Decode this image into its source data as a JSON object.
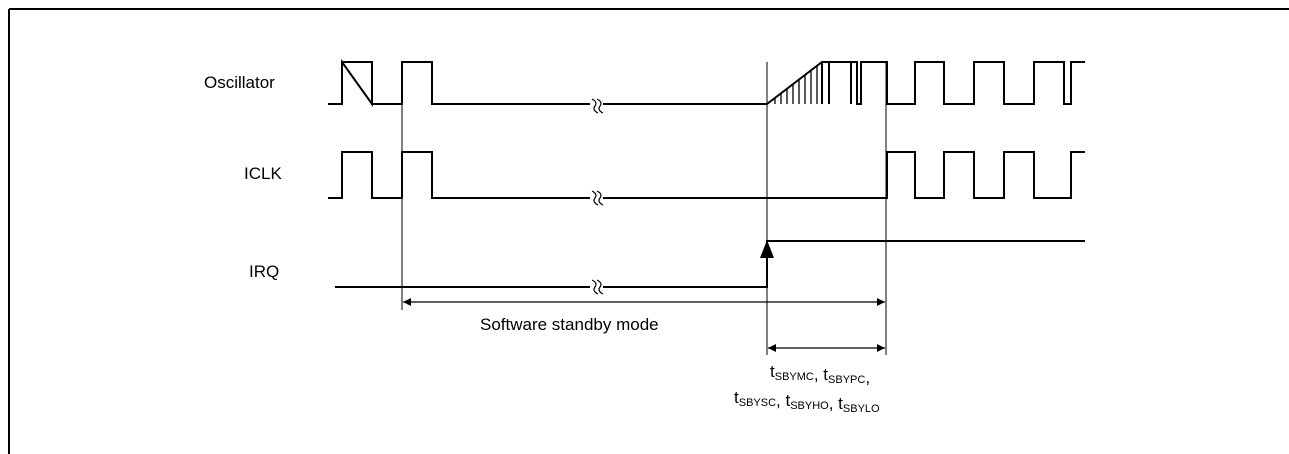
{
  "signals": {
    "oscillator": "Oscillator",
    "iclk": "ICLK",
    "irq": "IRQ"
  },
  "annotations": {
    "standby_mode": "Software standby mode",
    "timing_params": [
      [
        {
          "t": "t",
          "sub": "SBYMC"
        },
        {
          "t": ", t",
          "sub": "SBYPC"
        },
        {
          "t": ",",
          "sub": ""
        }
      ],
      [
        {
          "t": "t",
          "sub": "SBYSC"
        },
        {
          "t": ", t",
          "sub": "SBYHO"
        },
        {
          "t": ", t",
          "sub": "SBYLO"
        }
      ]
    ]
  }
}
